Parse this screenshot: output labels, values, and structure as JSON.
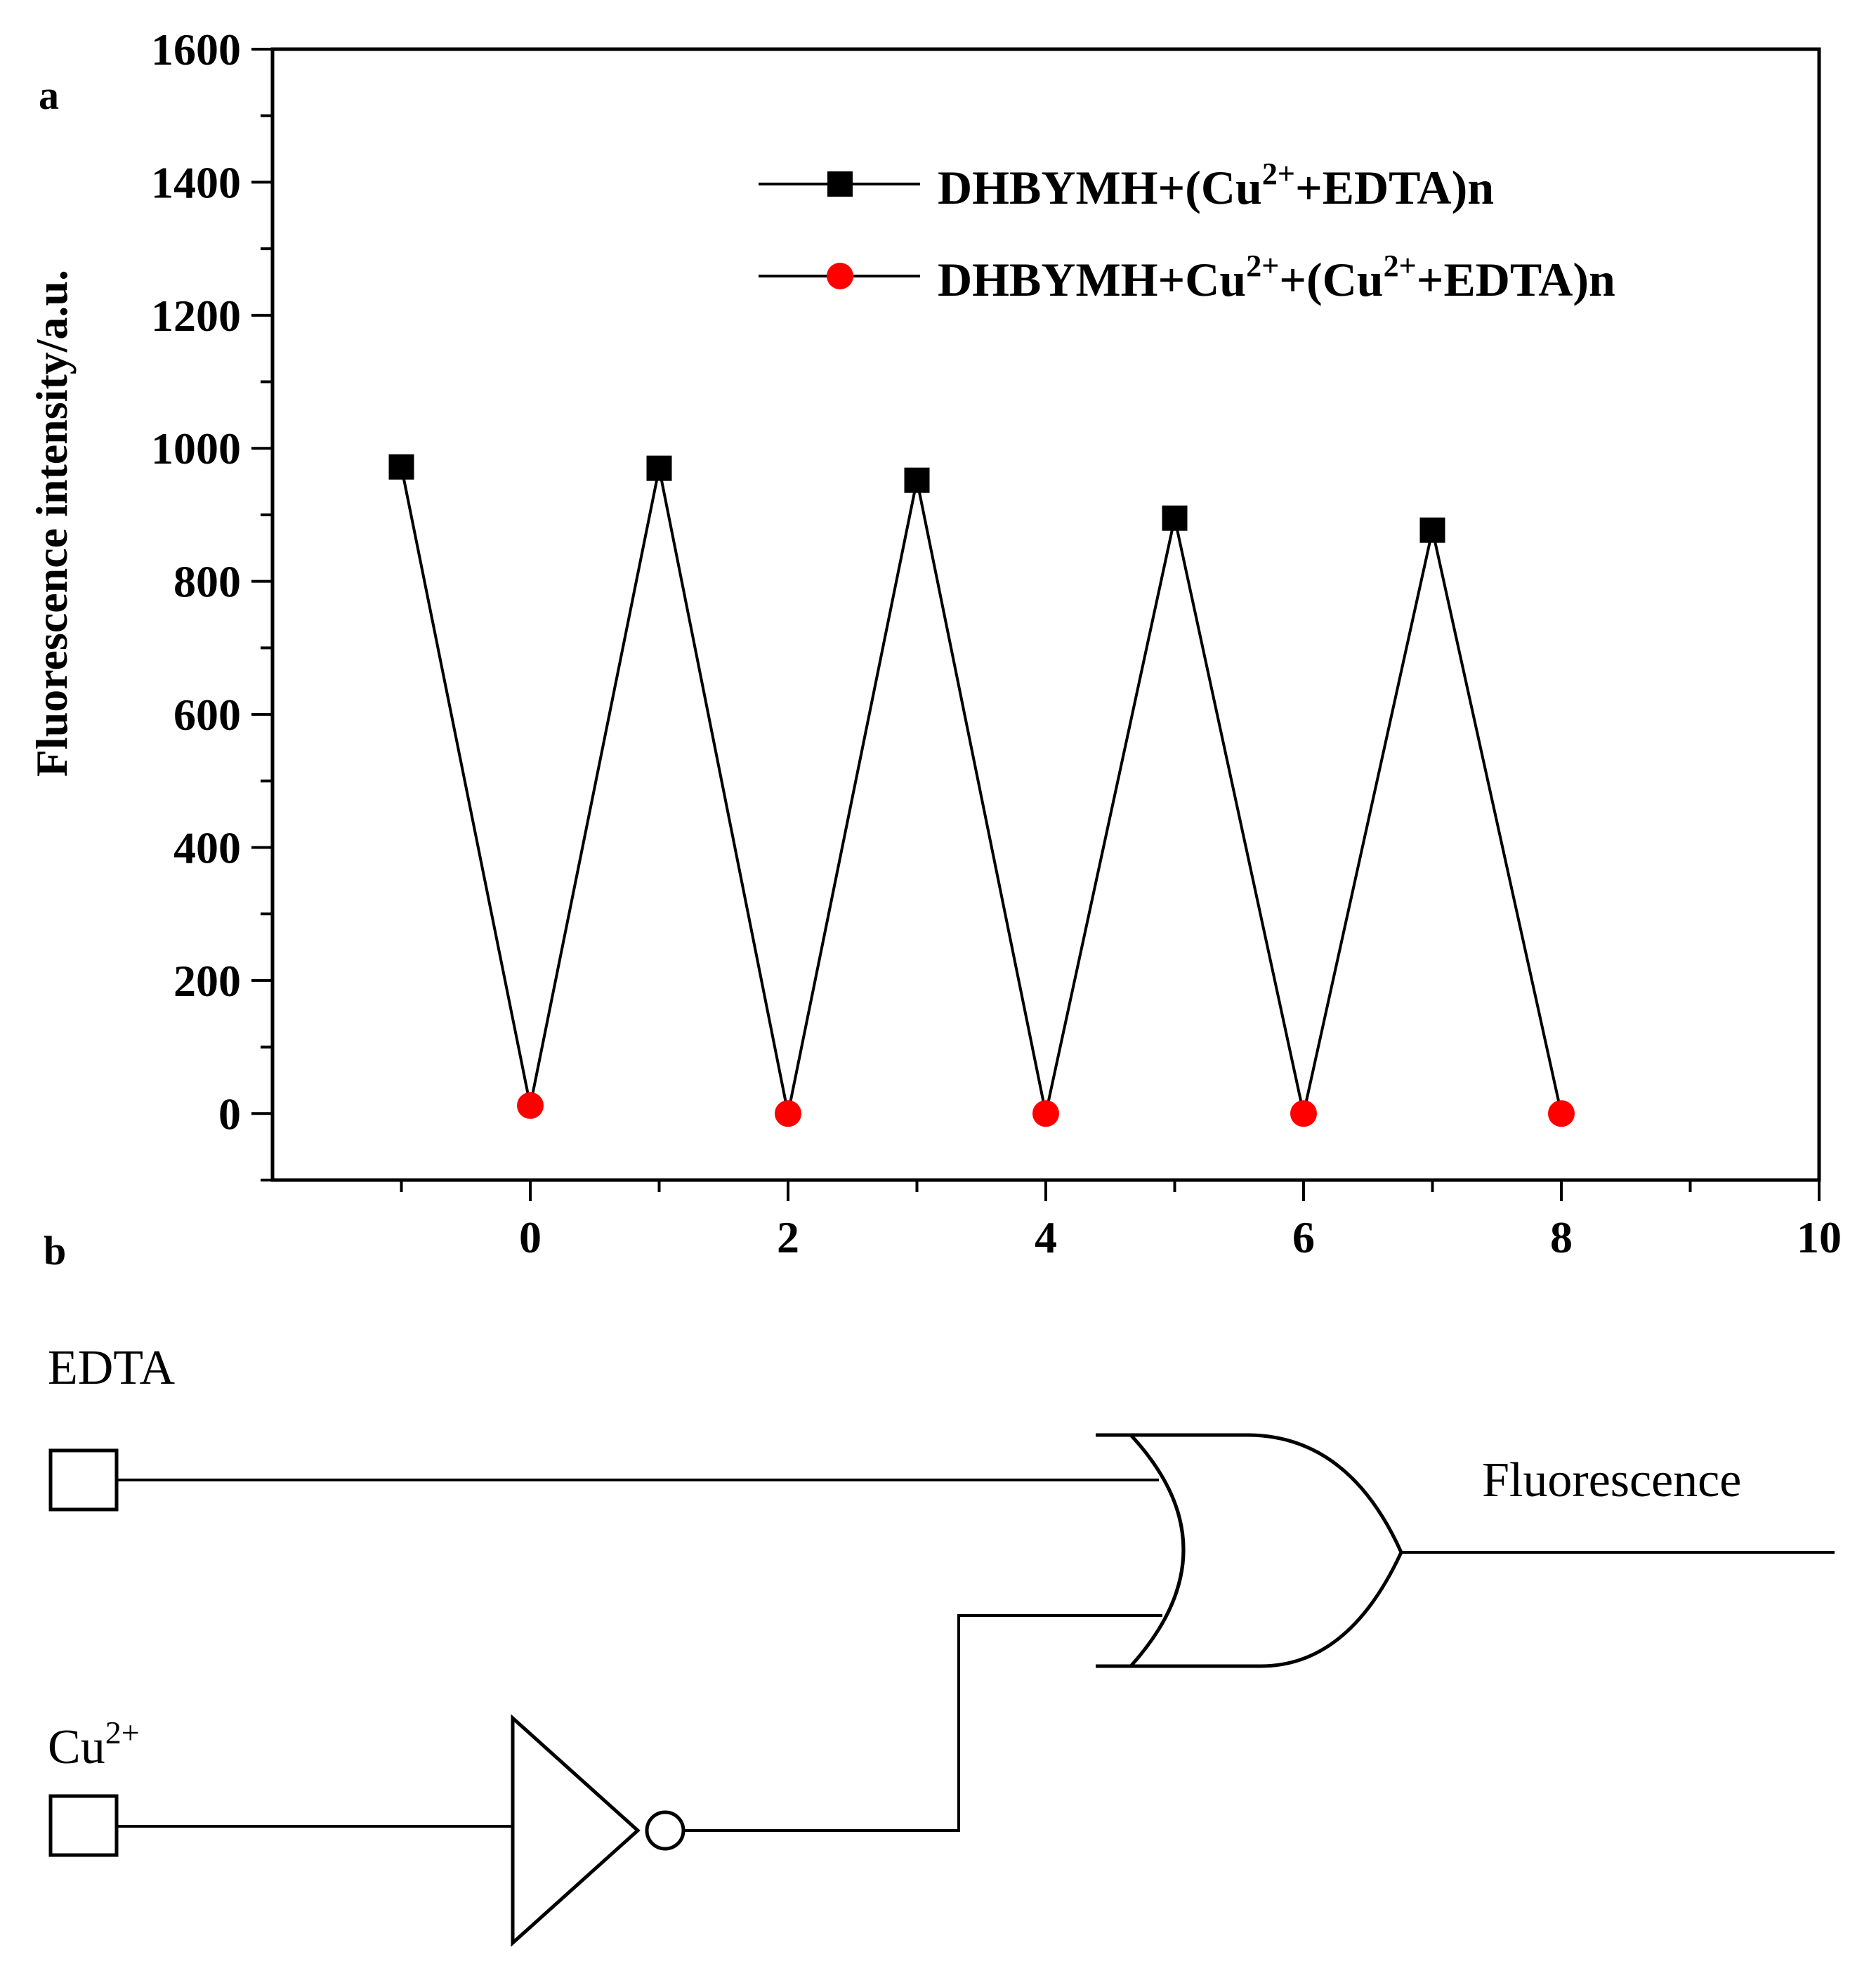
{
  "panel_a_label": "a",
  "panel_b_label": "b",
  "chart_data": {
    "type": "line",
    "title": "",
    "xlabel": "",
    "ylabel": "Fluorescence intensity/a.u.",
    "xlim": [
      -2,
      10
    ],
    "ylim": [
      -100,
      1600
    ],
    "x_ticks": [
      "0",
      "2",
      "4",
      "6",
      "8",
      "10"
    ],
    "y_ticks": [
      "0",
      "200",
      "400",
      "600",
      "800",
      "1000",
      "1200",
      "1400",
      "1600"
    ],
    "grid": false,
    "legend_position": "top-right",
    "connected_x": [
      -1,
      0,
      1,
      2,
      3,
      4,
      5,
      6,
      7,
      8
    ],
    "connected_y": [
      972,
      12,
      970,
      0,
      952,
      0,
      895,
      0,
      877,
      0
    ],
    "series": [
      {
        "name": "DHBYMH+(Cu2++EDTA)n",
        "legend_parts": [
          "DHBYMH+(Cu",
          "2+",
          "+EDTA)n"
        ],
        "marker": "square",
        "color": "#000000",
        "x": [
          -1,
          1,
          3,
          5,
          7
        ],
        "y": [
          972,
          970,
          952,
          895,
          877
        ]
      },
      {
        "name": "DHBYMH+Cu2++(Cu2++EDTA)n",
        "legend_parts": [
          "DHBYMH+Cu",
          "2+",
          "+(Cu",
          "2+",
          "+EDTA)n"
        ],
        "marker": "circle",
        "color": "#ff0000",
        "x": [
          0,
          2,
          4,
          6,
          8
        ],
        "y": [
          12,
          0,
          0,
          0,
          0
        ]
      }
    ]
  },
  "logic_diagram": {
    "input_edta": "EDTA",
    "input_cu_base": "Cu",
    "input_cu_sup": "2+",
    "output": "Fluorescence"
  }
}
